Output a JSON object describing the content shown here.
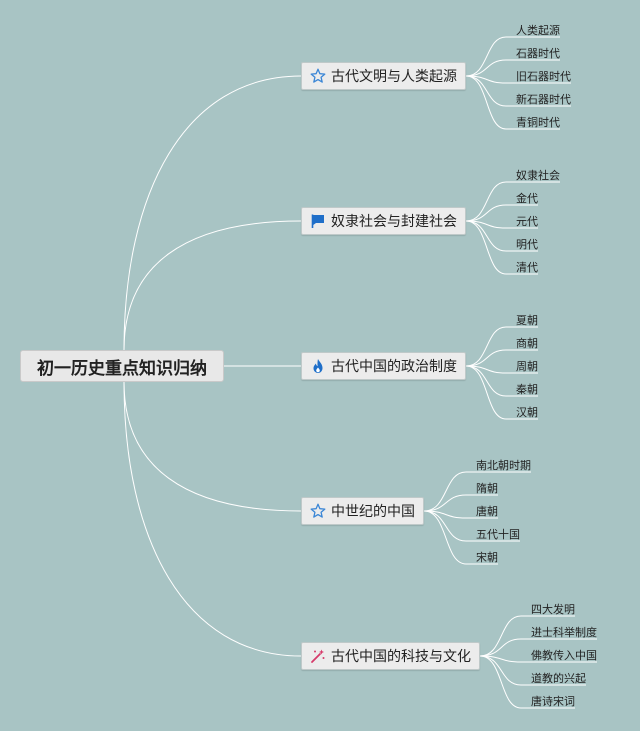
{
  "root": {
    "label": "初一历史重点知识归纳"
  },
  "branches": [
    {
      "label": "古代文明与人类起源",
      "icon": "star-outline-icon",
      "icon_color": "#3a86d6",
      "children": [
        "人类起源",
        "石器时代",
        "旧石器时代",
        "新石器时代",
        "青铜时代"
      ]
    },
    {
      "label": "奴隶社会与封建社会",
      "icon": "flag-icon",
      "icon_color": "#1f6fc9",
      "children": [
        "奴隶社会",
        "金代",
        "元代",
        "明代",
        "清代"
      ]
    },
    {
      "label": "古代中国的政治制度",
      "icon": "flame-icon",
      "icon_color": "#1f6fc9",
      "children": [
        "夏朝",
        "商朝",
        "周朝",
        "秦朝",
        "汉朝"
      ]
    },
    {
      "label": "中世纪的中国",
      "icon": "star-outline-icon",
      "icon_color": "#3a86d6",
      "children": [
        "南北朝时期",
        "隋朝",
        "唐朝",
        "五代十国",
        "宋朝"
      ]
    },
    {
      "label": "古代中国的科技与文化",
      "icon": "magic-wand-icon",
      "icon_color": "#d63a6a",
      "children": [
        "四大发明",
        "进士科举制度",
        "佛教传入中国",
        "道教的兴起",
        "唐诗宋词"
      ]
    }
  ],
  "colors": {
    "background": "#a8c4c4",
    "connector": "#ffffff"
  }
}
